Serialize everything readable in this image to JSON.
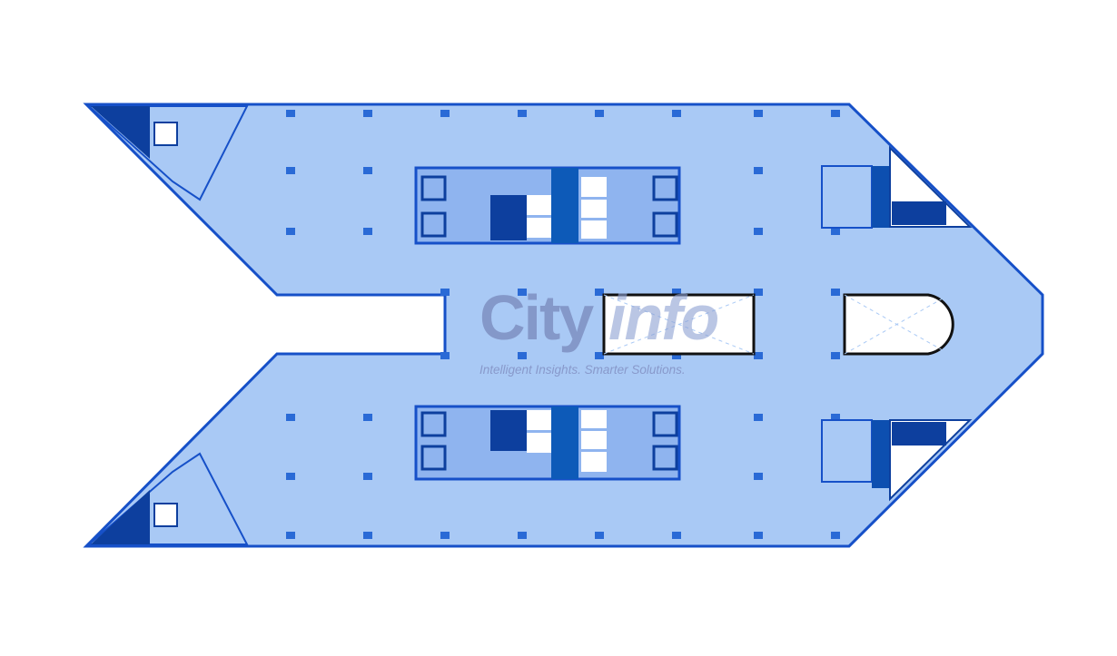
{
  "plan": {
    "colors": {
      "floor": "#a9c9f5",
      "wall": "#1650c8",
      "core": "#0d3f9e",
      "void": "#ffffff"
    }
  },
  "watermark": {
    "brand_part1": "City",
    "brand_part2": "info",
    "tagline": "Intelligent Insights. Smarter Solutions."
  }
}
